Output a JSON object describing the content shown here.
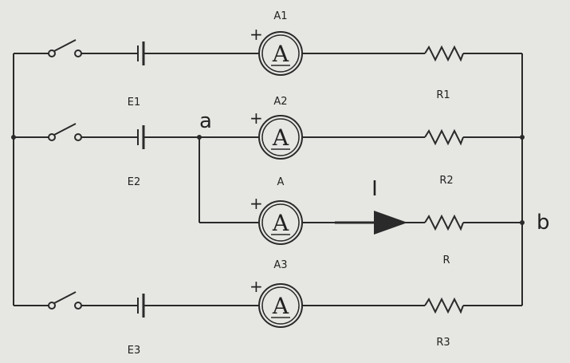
{
  "diagram": {
    "batteries": [
      {
        "id": "E1",
        "label": "E1"
      },
      {
        "id": "E2",
        "label": "E2"
      },
      {
        "id": "E3",
        "label": "E3"
      }
    ],
    "ammeters": [
      {
        "id": "A1",
        "label": "A1",
        "symbol": "A",
        "polarity": "+"
      },
      {
        "id": "A2",
        "label": "A2",
        "symbol": "A",
        "polarity": "+"
      },
      {
        "id": "A",
        "label": "A",
        "symbol": "A",
        "polarity": "+"
      },
      {
        "id": "A3",
        "label": "A3",
        "symbol": "A",
        "polarity": "+"
      }
    ],
    "resistors": [
      {
        "id": "R1",
        "label": "R1"
      },
      {
        "id": "R2",
        "label": "R2"
      },
      {
        "id": "R",
        "label": "R"
      },
      {
        "id": "R3",
        "label": "R3"
      }
    ],
    "nodes": {
      "a": "a",
      "b": "b"
    },
    "current": "I"
  }
}
